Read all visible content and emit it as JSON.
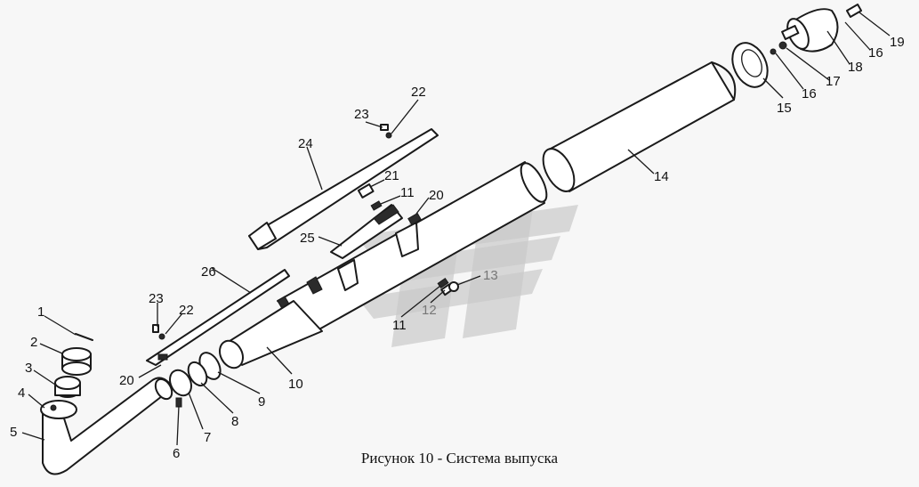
{
  "caption": "Рисунок 10 - Система выпуска",
  "callouts": {
    "c1": "1",
    "c2": "2",
    "c3": "3",
    "c4": "4",
    "c5": "5",
    "c6": "6",
    "c7": "7",
    "c8": "8",
    "c9": "9",
    "c10": "10",
    "c11a": "11",
    "c11b": "11",
    "c12": "12",
    "c13": "13",
    "c14": "14",
    "c15": "15",
    "c16a": "16",
    "c16b": "16",
    "c17": "17",
    "c18": "18",
    "c19": "19",
    "c20a": "20",
    "c20b": "20",
    "c21": "21",
    "c22a": "22",
    "c22b": "22",
    "c23a": "23",
    "c23b": "23",
    "c24": "24",
    "c25": "25",
    "c26": "26"
  }
}
